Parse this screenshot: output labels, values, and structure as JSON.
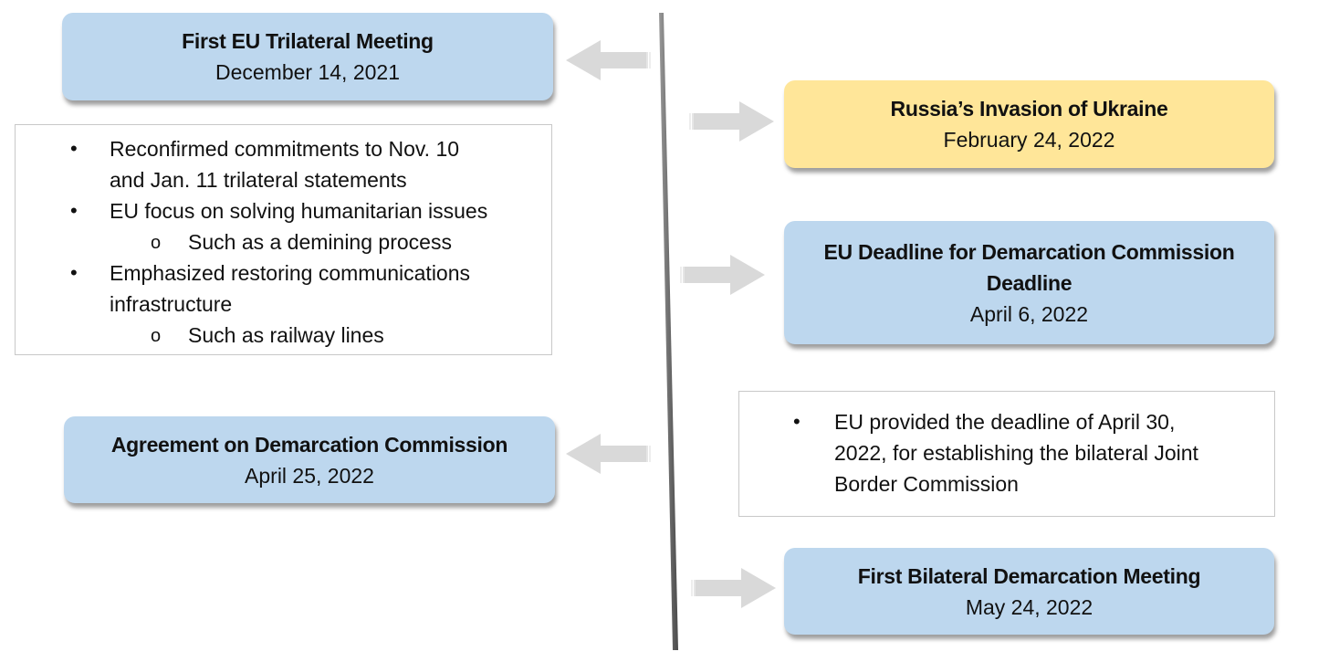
{
  "colors": {
    "event_blue": "#bdd7ee",
    "event_yellow": "#ffe699",
    "arrow": "#d9d9d9",
    "spine": "#7f7f7f"
  },
  "events": {
    "first_trilateral": {
      "title": "First EU Trilateral Meeting",
      "date": "December 14, 2021"
    },
    "russia_invasion": {
      "title": "Russia’s Invasion of Ukraine",
      "date": "February 24, 2022"
    },
    "eu_deadline": {
      "title_line1": "EU Deadline for Demarcation Commission",
      "title_line2": "Deadline",
      "date": "April 6, 2022"
    },
    "agreement": {
      "title": "Agreement on Demarcation Commission",
      "date": "April 25, 2022"
    },
    "first_bilateral": {
      "title": "First Bilateral Demarcation Meeting",
      "date": "May 24, 2022"
    }
  },
  "notes_trilateral": {
    "item1_line1": "Reconfirmed commitments to Nov. 10",
    "item1_line2": "and Jan. 11 trilateral statements",
    "item2": "EU focus on solving humanitarian issues",
    "item2_sub": "Such as a demining process",
    "item3_line1": "Emphasized restoring communications",
    "item3_line2": "infrastructure",
    "item3_sub": "Such as railway lines"
  },
  "notes_deadline": {
    "item1_line1": "EU provided the deadline of April 30,",
    "item1_line2": "2022, for establishing the bilateral Joint",
    "item1_line3": "Border Commission"
  }
}
